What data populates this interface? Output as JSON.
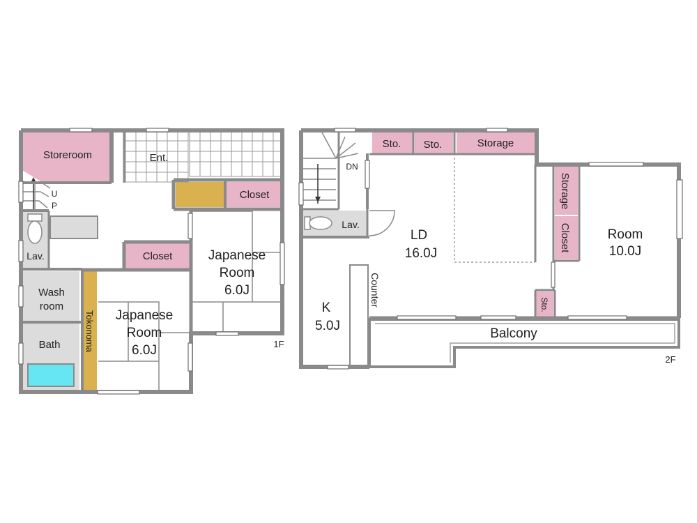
{
  "colors": {
    "wall": "#8a8a8a",
    "storage_pink": "#e8b4c8",
    "tokonoma_tan": "#d9b24f",
    "bath_cyan": "#66e6f2",
    "wet_grey": "#dcdcdc",
    "tile_grey": "#9a9a9a"
  },
  "floor1": {
    "level": "1F",
    "storeroom": "Storeroom",
    "entrance": "Ent.",
    "stairs_up_1": "U",
    "stairs_up_2": "P",
    "closet_upper": "Closet",
    "closet_lower": "Closet",
    "japanese_room_right": {
      "line1": "Japanese",
      "line2": "Room",
      "size": "6.0J"
    },
    "japanese_room_left": {
      "line1": "Japanese",
      "line2": "Room",
      "size": "6.0J"
    },
    "lavatory": "Lav.",
    "wash_room_1": "Wash",
    "wash_room_2": "room",
    "bath": "Bath",
    "tokonoma": "Tokonoma"
  },
  "floor2": {
    "level": "2F",
    "stairs_down": "DN",
    "storage_small_1": "Sto.",
    "storage_small_2": "Sto.",
    "storage_top": "Storage",
    "storage_side": "Storage",
    "closet_side": "Closet",
    "storage_tiny": "Sto.",
    "lavatory": "Lav.",
    "ld": {
      "name": "LD",
      "size": "16.0J"
    },
    "room": {
      "name": "Room",
      "size": "10.0J"
    },
    "kitchen": {
      "name": "K",
      "size": "5.0J"
    },
    "counter": "Counter",
    "balcony": "Balcony"
  }
}
